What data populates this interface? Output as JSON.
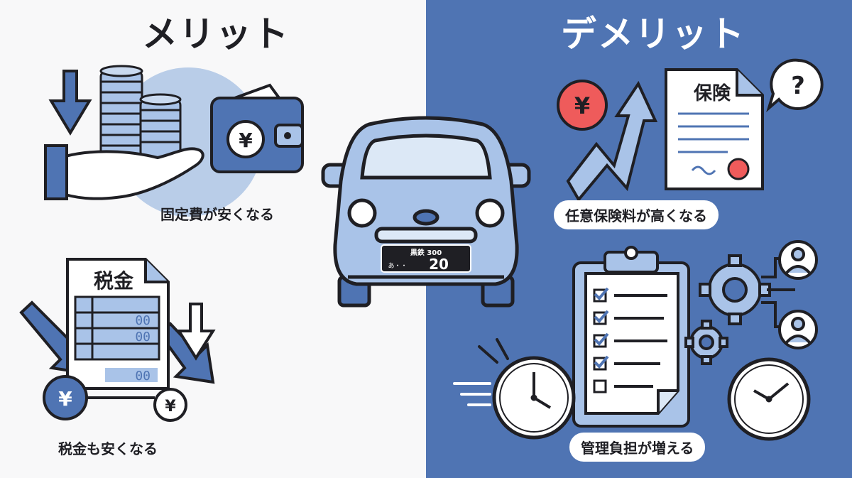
{
  "left": {
    "heading": "メリット",
    "fixed_cost_label": "固定費が安くなる",
    "tax_label": "税金も安くなる",
    "tax_doc_title": "税金",
    "tax_doc_rows": [
      "00",
      "00",
      "00"
    ],
    "yen_symbol": "¥"
  },
  "right": {
    "heading": "デメリット",
    "insurance_label": "任意保険料が高くなる",
    "insurance_doc_title": "保険",
    "management_label": "管理負担が増える",
    "question_mark": "?",
    "yen_symbol": "¥"
  },
  "car": {
    "plate_top": "黒鉄 300",
    "plate_left": "あ・・",
    "plate_number": "20"
  },
  "colors": {
    "left_bg": "#f8f8f9",
    "right_bg": "#4f74b3",
    "accent_blue": "#4f74b3",
    "light_blue": "#a9c3e8",
    "ink": "#1f1f24",
    "red": "#ef5b5b"
  }
}
